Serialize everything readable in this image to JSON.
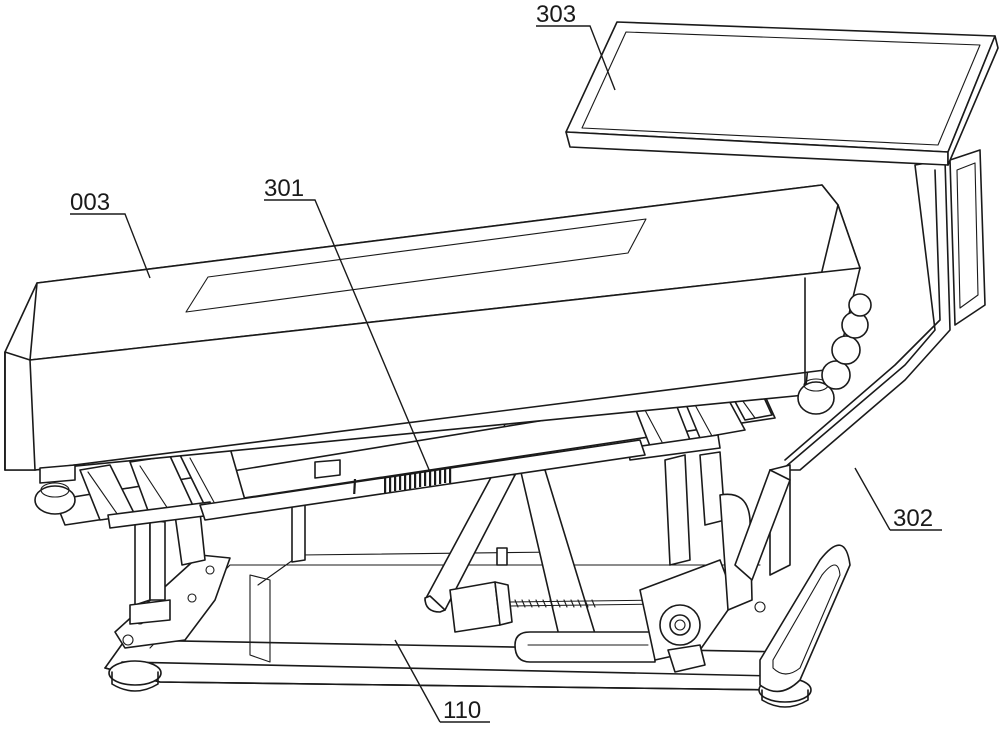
{
  "labels": {
    "l303": "303",
    "l003": "003",
    "l301": "301",
    "l302": "302",
    "l110": "110"
  }
}
